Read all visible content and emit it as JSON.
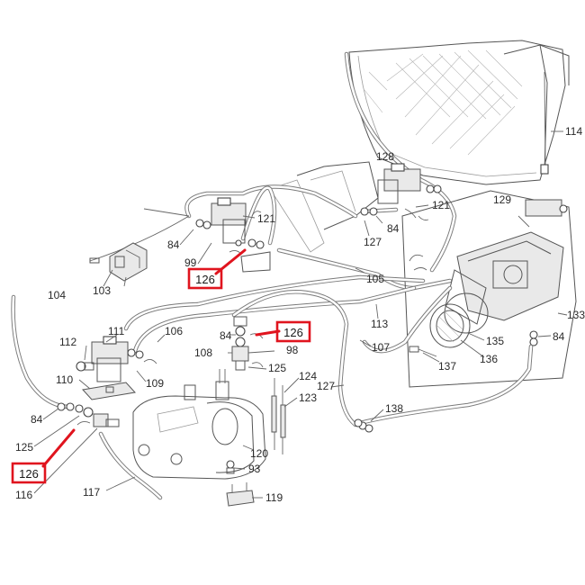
{
  "highlight_color": "#e0141e",
  "labels": [
    {
      "id": "lbl-114",
      "text": "114"
    },
    {
      "id": "lbl-128",
      "text": "128"
    },
    {
      "id": "lbl-129",
      "text": "129"
    },
    {
      "id": "lbl-121-a",
      "text": "121"
    },
    {
      "id": "lbl-121-b",
      "text": "121"
    },
    {
      "id": "lbl-84-a",
      "text": "84"
    },
    {
      "id": "lbl-84-b",
      "text": "84"
    },
    {
      "id": "lbl-84-c",
      "text": "84"
    },
    {
      "id": "lbl-84-d",
      "text": "84"
    },
    {
      "id": "lbl-84-e",
      "text": "84"
    },
    {
      "id": "lbl-99",
      "text": "99"
    },
    {
      "id": "lbl-127-a",
      "text": "127"
    },
    {
      "id": "lbl-127-b",
      "text": "127"
    },
    {
      "id": "lbl-104",
      "text": "104"
    },
    {
      "id": "lbl-103",
      "text": "103"
    },
    {
      "id": "lbl-105",
      "text": "105"
    },
    {
      "id": "lbl-133",
      "text": "133"
    },
    {
      "id": "lbl-113",
      "text": "113"
    },
    {
      "id": "lbl-111",
      "text": "111"
    },
    {
      "id": "lbl-112",
      "text": "112"
    },
    {
      "id": "lbl-106",
      "text": "106"
    },
    {
      "id": "lbl-107",
      "text": "107"
    },
    {
      "id": "lbl-135",
      "text": "135"
    },
    {
      "id": "lbl-136",
      "text": "136"
    },
    {
      "id": "lbl-137",
      "text": "137"
    },
    {
      "id": "lbl-108",
      "text": "108"
    },
    {
      "id": "lbl-98",
      "text": "98"
    },
    {
      "id": "lbl-125-a",
      "text": "125"
    },
    {
      "id": "lbl-125-b",
      "text": "125"
    },
    {
      "id": "lbl-110",
      "text": "110"
    },
    {
      "id": "lbl-109",
      "text": "109"
    },
    {
      "id": "lbl-124",
      "text": "124"
    },
    {
      "id": "lbl-123",
      "text": "123"
    },
    {
      "id": "lbl-138",
      "text": "138"
    },
    {
      "id": "lbl-120",
      "text": "120"
    },
    {
      "id": "lbl-93",
      "text": "93"
    },
    {
      "id": "lbl-116",
      "text": "116"
    },
    {
      "id": "lbl-117",
      "text": "117"
    },
    {
      "id": "lbl-119",
      "text": "119"
    }
  ],
  "highlights": [
    {
      "id": "hl-126-a",
      "text": "126"
    },
    {
      "id": "hl-126-b",
      "text": "126"
    },
    {
      "id": "hl-126-c",
      "text": "126"
    }
  ]
}
